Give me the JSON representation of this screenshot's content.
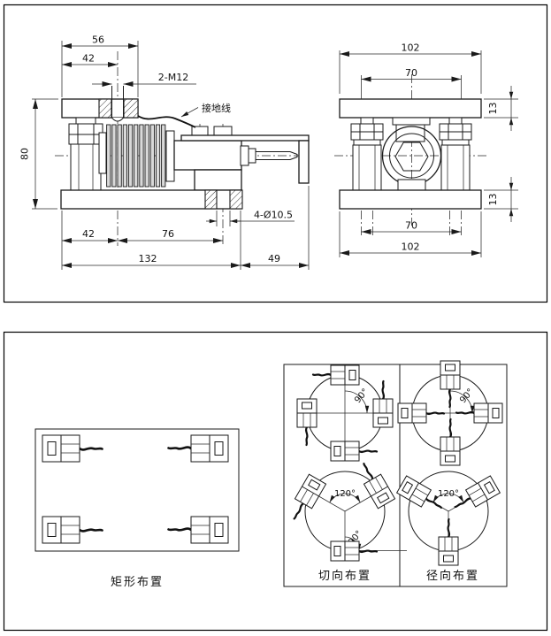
{
  "drawing": {
    "side_view": {
      "dim_width_top": "56",
      "dim_bolt_offset": "42",
      "bolt_label": "2-M12",
      "ground_label": "接地线",
      "dim_height": "80",
      "holes_label": "4-Ø10.5",
      "dim_base_offset": "42",
      "dim_hole_distance": "76",
      "dim_base_length": "132",
      "dim_overhang": "49"
    },
    "end_view": {
      "dim_plate_top": "102",
      "dim_bolts_top": "70",
      "dim_thickness_top": "13",
      "dim_thickness_bottom": "13",
      "dim_bolts_bottom": "70",
      "dim_plate_bottom": "102"
    },
    "layouts": {
      "rect_label": "矩形布置",
      "tangential_label": "切向布置",
      "radial_label": "径向布置",
      "tan4_angle": "90°",
      "rad4_angle": "90°",
      "tan3_angle": "120°",
      "tan3_angle2": "90°",
      "rad3_angle": "120°"
    }
  }
}
